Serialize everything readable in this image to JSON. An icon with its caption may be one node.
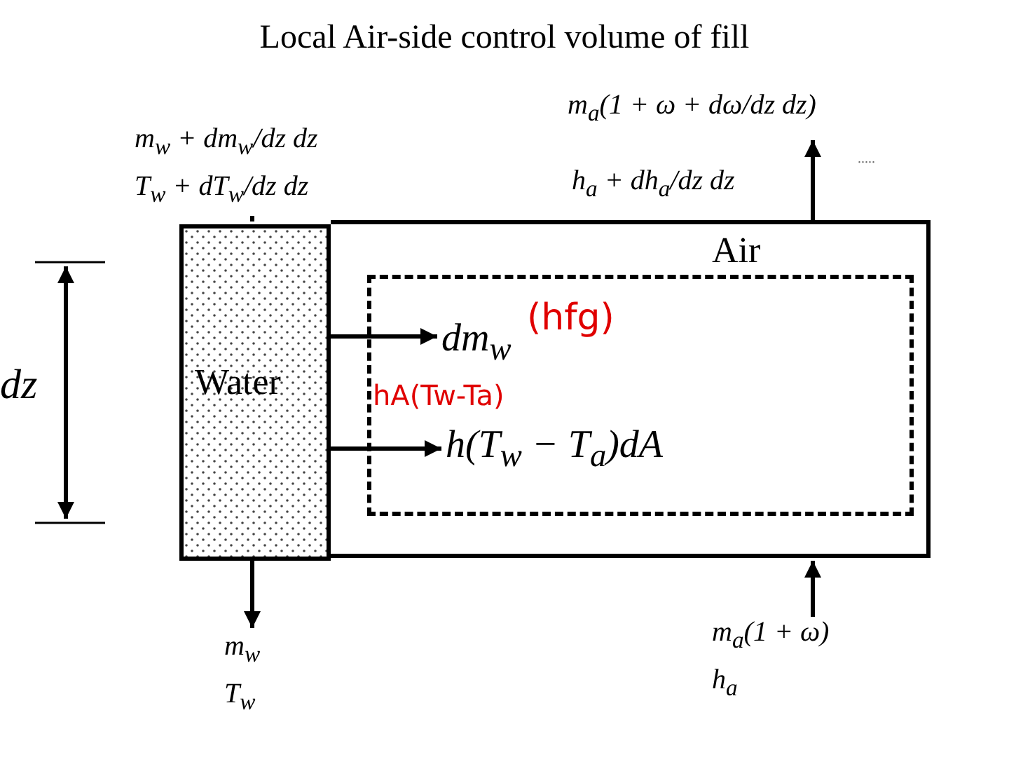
{
  "diagram": {
    "title": "Local Air-side control volume of fill",
    "nodes": [
      {
        "text": [
          "Water"
        ]
      },
      {
        "text": [
          "Air"
        ]
      },
      {
        "text": [],
        "shape": "box",
        "in": 1
      },
      {
        "text": [
          "m$_{w}$ + dm$_{w}$/dz dz",
          "T$_{w}$ + dT$_{w}$/dz dz"
        ]
      },
      {
        "text": [
          "m$_{w}$",
          "T$_{w}$"
        ]
      },
      {
        "text": [
          "m$_{a}$(1 + ω)",
          "h$_{a}$"
        ]
      },
      {
        "text": [
          "m$_{a}$(1 + ω + dω/dz dz)"
        ]
      },
      {
        "text": [
          "dm$_{w}$"
        ],
        "in": 2
      },
      {
        "text": [
          "h(T$_{w}$ − T$_{a}$)dA"
        ],
        "in": 2
      }
    ],
    "edges": [
      {
        "from": 3,
        "to": 0,
        "arrow": "none"
      },
      {
        "from": 0,
        "to": 4,
        "arrow": "to"
      },
      {
        "from": 5,
        "to": 1,
        "arrow": "to"
      },
      {
        "from": 1,
        "to": 6,
        "arrow": "to"
      },
      {
        "from": 0,
        "to": 7,
        "arrow": "to"
      },
      {
        "from": 0,
        "to": 8,
        "arrow": "to"
      }
    ],
    "labels": [
      "h$_{a}$ + dh$_{a}$/dz dz",
      ".....",
      "dz",
      "(hfg)",
      "hA(Tw-Ta)"
    ]
  }
}
